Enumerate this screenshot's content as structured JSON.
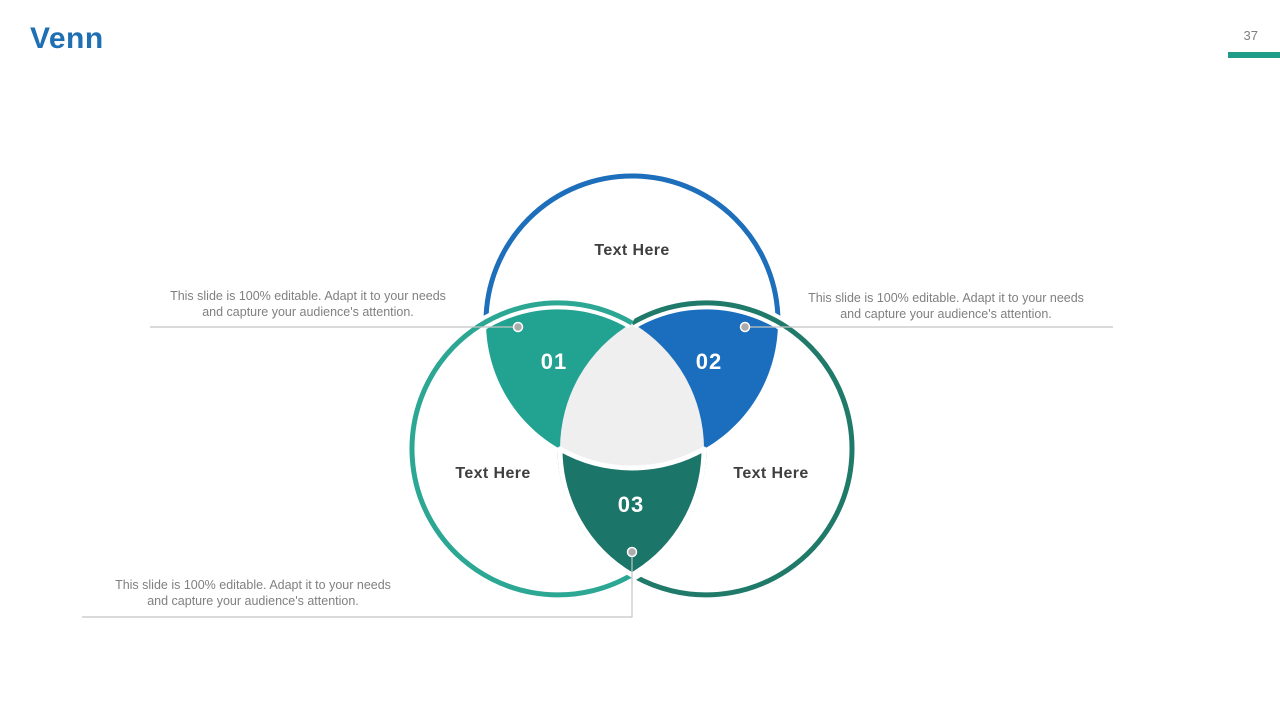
{
  "slide": {
    "title": "Venn",
    "page_number": "37"
  },
  "colors": {
    "title_blue": "#1F6FB4",
    "accent_bar": "#1F9C87",
    "page_gray": "#7F7F7F",
    "c1_stroke": "#1D6EBB",
    "c2_stroke": "#2BA794",
    "c3_stroke": "#1F7A6A",
    "fill01": "#22A392",
    "fill02": "#1B6EBE",
    "fill03": "#1B7568",
    "center_fill": "#EEEFEE",
    "label_dark": "#3F3F3F",
    "ann_gray": "#808080",
    "leader": "#C4C4C4",
    "dot": "#ACACAC"
  },
  "diagram": {
    "circles": [
      {
        "id": "top",
        "label": "Text Here"
      },
      {
        "id": "bottom-left",
        "label": "Text Here"
      },
      {
        "id": "bottom-right",
        "label": "Text Here"
      }
    ],
    "intersections": [
      {
        "id": "01",
        "label": "01"
      },
      {
        "id": "02",
        "label": "02"
      },
      {
        "id": "03",
        "label": "03"
      }
    ]
  },
  "annotations": {
    "left": {
      "text": "This slide is 100% editable. Adapt it to your needs and capture your audience's attention."
    },
    "right": {
      "text": "This slide is 100% editable. Adapt it to your needs and capture your audience's attention."
    },
    "bottom": {
      "text": "This slide is 100% editable. Adapt it to your needs and capture your audience's attention."
    }
  }
}
